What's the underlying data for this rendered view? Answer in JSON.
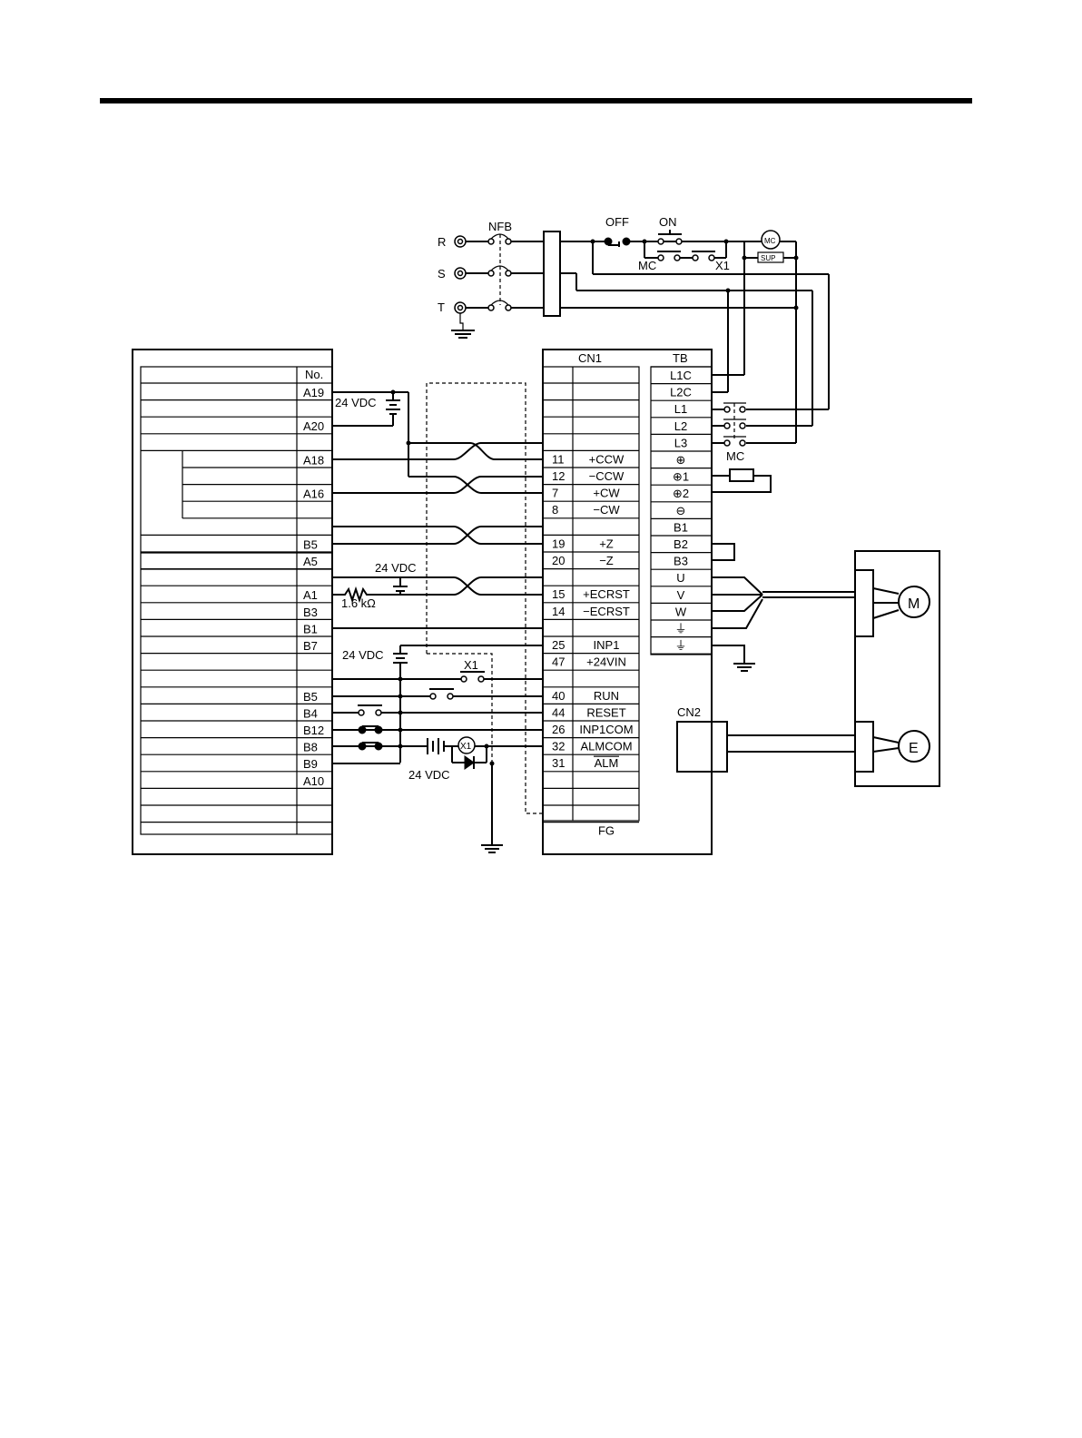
{
  "power_inputs": [
    "R",
    "S",
    "T"
  ],
  "labels": {
    "nfb": "NFB",
    "off": "OFF",
    "on": "ON",
    "mc_coil": "MC",
    "mc_contact": "MC",
    "x1_contact": "X1",
    "sup": "SUP",
    "cn1": "CN1",
    "tb": "TB",
    "cn2": "CN2",
    "mc_main": "MC",
    "supply_24vdc": "24 VDC",
    "resistor": "1.6 kΩ",
    "x1": "X1",
    "motor": "M",
    "encoder": "E",
    "no_header": "No."
  },
  "controller_pins": [
    "A19",
    "A20",
    "A18",
    "A16",
    "B5",
    "A5",
    "A1",
    "B3",
    "B1",
    "B7",
    "B5",
    "B4",
    "B12",
    "B8",
    "B9",
    "A10"
  ],
  "cn1_rows": [
    {
      "pin": "11",
      "signal": "+CCW"
    },
    {
      "pin": "12",
      "signal": "−CCW"
    },
    {
      "pin": "7",
      "signal": "+CW"
    },
    {
      "pin": "8",
      "signal": "−CW"
    },
    {
      "pin": "19",
      "signal": "+Z"
    },
    {
      "pin": "20",
      "signal": "−Z"
    },
    {
      "pin": "15",
      "signal": "+ECRST"
    },
    {
      "pin": "14",
      "signal": "−ECRST"
    },
    {
      "pin": "25",
      "signal": "INP1"
    },
    {
      "pin": "47",
      "signal": "+24VIN"
    },
    {
      "pin": "40",
      "signal": "RUN"
    },
    {
      "pin": "44",
      "signal": "RESET"
    },
    {
      "pin": "26",
      "signal": "INP1COM"
    },
    {
      "pin": "32",
      "signal": "ALMCOM"
    },
    {
      "pin": "31",
      "signal": "ALM"
    },
    {
      "pin": "",
      "signal": "FG"
    }
  ],
  "tb_terminals": [
    "L1C",
    "L2C",
    "L1",
    "L2",
    "L3",
    "⊕",
    "⊕1",
    "⊕2",
    "⊖",
    "B1",
    "B2",
    "B3",
    "U",
    "V",
    "W",
    "⏚",
    "⏚"
  ]
}
